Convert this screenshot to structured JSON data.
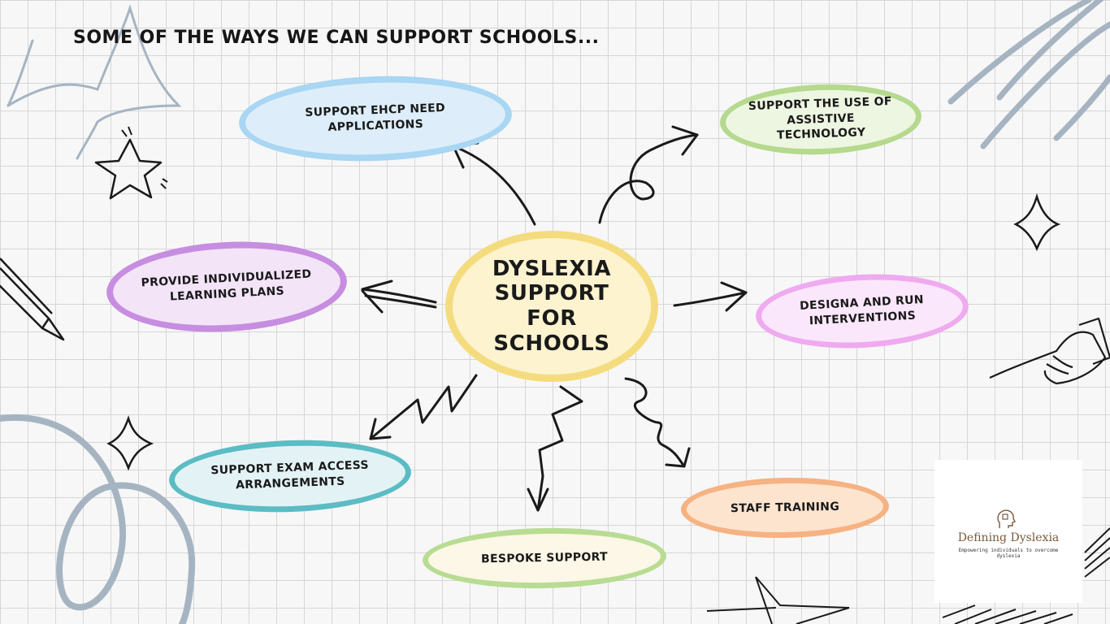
{
  "title": "SOME OF THE WAYS WE CAN SUPPORT SCHOOLS...",
  "center": "DYSLEXIA SUPPORT FOR SCHOOLS",
  "nodes": {
    "ehcp": "SUPPORT EHCP NEED APPLICATIONS",
    "assistive": "SUPPORT THE USE OF ASSISTIVE TECHNOLOGY",
    "ilp": "PROVIDE INDIVIDUALIZED LEARNING PLANS",
    "interventions": "DESIGNA AND RUN INTERVENTIONS",
    "exam": "SUPPORT EXAM ACCESS ARRANGEMENTS",
    "bespoke": "BESPOKE SUPPORT",
    "staff": "STAFF TRAINING"
  },
  "logo": {
    "name": "Defining Dyslexia",
    "tagline": "Empowering individuals to overcome dyslexia",
    "icon": "head-puzzle-icon"
  },
  "colors": {
    "center": "#f4dc7e",
    "ehcp": "#a8d6f3",
    "assistive": "#b5d98d",
    "ilp": "#c68de0",
    "interventions": "#efaaf0",
    "exam": "#5bbcc4",
    "bespoke": "#b8dc92",
    "staff": "#f6b282"
  }
}
